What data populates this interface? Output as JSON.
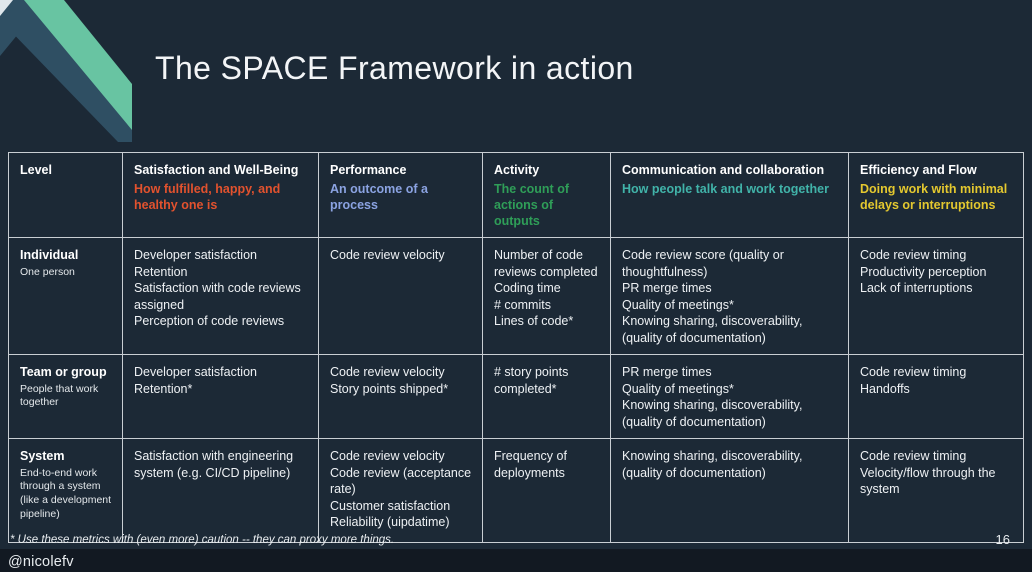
{
  "slide": {
    "title": "The SPACE Framework in action",
    "footnote": "* Use these metrics with (even more) caution -- they can proxy more things.",
    "page_number": "16",
    "handle": "@nicolefv"
  },
  "colors": {
    "background": "#1c2936",
    "table_border": "#c9ced3",
    "satisfaction_accent": "#e2522e",
    "performance_accent": "#8ba3e2",
    "activity_accent": "#2f9e58",
    "communication_accent": "#41b3a9",
    "efficiency_accent": "#e4c82f",
    "ribbon_mint": "#68c4a2",
    "ribbon_slate": "#2f4f63"
  },
  "table": {
    "header": [
      {
        "label": "Level",
        "subtitle": ""
      },
      {
        "label": "Satisfaction and Well-Being",
        "subtitle": "How fulfilled, happy, and healthy one is",
        "color": "#e2522e"
      },
      {
        "label": "Performance",
        "subtitle": "An outcome of a process",
        "color": "#8ba3e2"
      },
      {
        "label": "Activity",
        "subtitle": "The count of actions of outputs",
        "color": "#2f9e58"
      },
      {
        "label": "Communication and collaboration",
        "subtitle": "How people talk and work together",
        "color": "#41b3a9"
      },
      {
        "label": "Efficiency and Flow",
        "subtitle": "Doing work with minimal delays or interruptions",
        "color": "#e4c82f"
      }
    ],
    "rows": [
      {
        "level": {
          "title": "Individual",
          "desc": "One person"
        },
        "satisfaction": [
          "Developer satisfaction",
          "Retention",
          "Satisfaction with code reviews assigned",
          "Perception of code reviews"
        ],
        "performance": [
          "Code review velocity"
        ],
        "activity": [
          "Number of code reviews completed",
          "Coding time",
          "# commits",
          "Lines of code*"
        ],
        "communication": [
          "Code review score (quality or thoughtfulness)",
          "PR merge times",
          "Quality of meetings*",
          "Knowing sharing, discoverability, (quality of documentation)"
        ],
        "efficiency": [
          "Code review timing",
          "Productivity perception",
          "Lack of interruptions"
        ]
      },
      {
        "level": {
          "title": "Team or group",
          "desc": "People that work together"
        },
        "satisfaction": [
          "Developer satisfaction",
          "Retention*"
        ],
        "performance": [
          "Code review velocity",
          "Story points shipped*"
        ],
        "activity": [
          "# story points completed*"
        ],
        "communication": [
          "PR merge times",
          "Quality of meetings*",
          "Knowing sharing, discoverability, (quality of documentation)"
        ],
        "efficiency": [
          "Code review timing",
          "Handoffs"
        ]
      },
      {
        "level": {
          "title": "System",
          "desc": "End-to-end work through a system (like a development pipeline)"
        },
        "satisfaction": [
          "Satisfaction with engineering system (e.g. CI/CD pipeline)"
        ],
        "performance": [
          "Code review velocity",
          "Code review (acceptance rate)",
          "Customer satisfaction",
          "Reliability (uipdatime)"
        ],
        "activity": [
          "Frequency of deployments"
        ],
        "communication": [
          "Knowing sharing, discoverability, (quality of documentation)"
        ],
        "efficiency": [
          "Code review timing",
          "Velocity/flow through the system"
        ]
      }
    ]
  }
}
